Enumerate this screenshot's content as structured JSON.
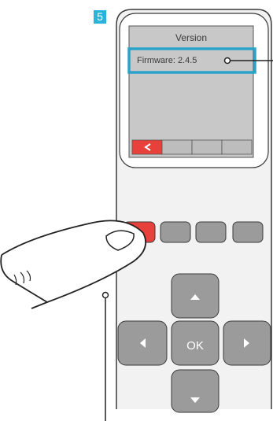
{
  "step": {
    "number": "5"
  },
  "screen": {
    "title": "Version",
    "firmware_text": "Firmware: 2.4.5",
    "softkeys": [
      {
        "name": "back-softkey",
        "icon": "chevron-left-icon",
        "active": true
      },
      {
        "name": "softkey-2",
        "icon": "",
        "active": false
      },
      {
        "name": "softkey-3",
        "icon": "",
        "active": false
      },
      {
        "name": "softkey-4",
        "icon": "",
        "active": false
      }
    ]
  },
  "dpad": {
    "ok_label": "OK",
    "up_icon": "triangle-up-icon",
    "down_icon": "triangle-down-icon",
    "left_icon": "triangle-left-icon",
    "right_icon": "triangle-right-icon"
  },
  "colors": {
    "step_badge": "#29b4dc",
    "highlight": "#29a3c8",
    "active_red": "#e8403a",
    "screen_bg": "#c8c8c8",
    "device_body": "#f2f2f2",
    "button_gray": "#9b9b9b"
  }
}
